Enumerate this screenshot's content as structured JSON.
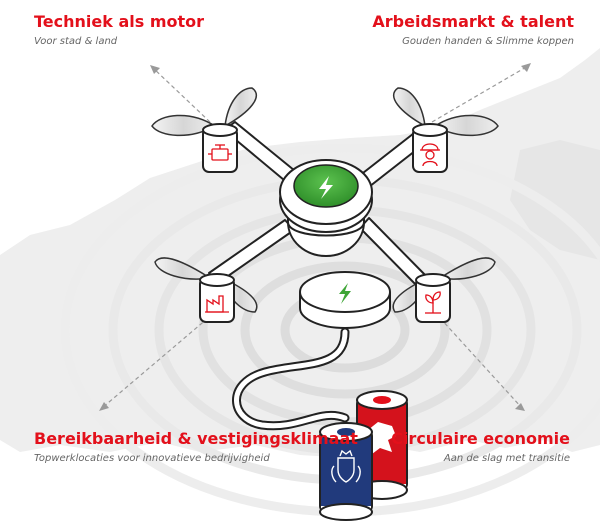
{
  "colors": {
    "accent_red": "#e3101b",
    "subtitle_gray": "#666666",
    "drone_green": "#3ea536",
    "battery_blue": "#213a7c",
    "battery_red": "#d4121c"
  },
  "labels": {
    "top_left": {
      "title": "Techniek als motor",
      "subtitle": "Voor stad & land"
    },
    "top_right": {
      "title": "Arbeidsmarkt & talent",
      "subtitle": "Gouden handen & Slimme koppen"
    },
    "bottom_left": {
      "title": "Bereikbaarheid & vestigingsklimaat",
      "subtitle": "Topwerklocaties voor innovatieve bedrijvigheid"
    },
    "bottom_right": {
      "title": "Circulaire economie",
      "subtitle": "Aan de slag met transitie"
    }
  },
  "icons": {
    "top_left_motor": "engine-icon",
    "top_right_motor": "worker-icon",
    "bottom_left_motor": "factory-icon",
    "bottom_right_motor": "sprout-icon",
    "drone_center": "lightning-icon",
    "charger": "lightning-icon",
    "battery_blue": "coat-of-arms-icon",
    "battery_red": "lion-icon"
  }
}
